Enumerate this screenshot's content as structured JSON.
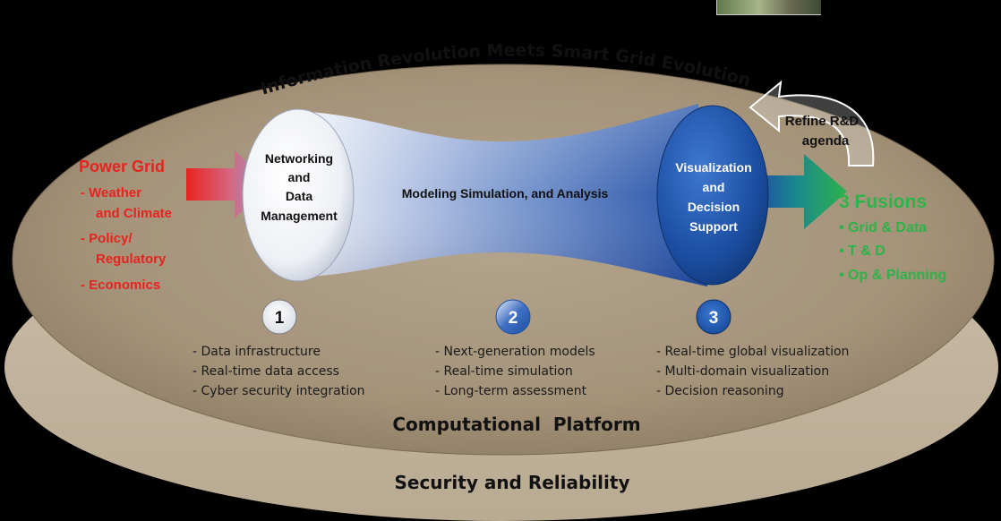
{
  "title": "Information Revolution Meets Smart Grid Evolution",
  "feedback_label": [
    "Refine R&D",
    "agenda"
  ],
  "inputs": {
    "heading": "Power Grid",
    "items": [
      [
        "- Weather",
        "and Climate"
      ],
      [
        "- Policy/",
        "Regulatory"
      ],
      [
        "- Economics"
      ]
    ]
  },
  "stages": {
    "networking": [
      "Networking",
      "and",
      "Data",
      "Management"
    ],
    "modeling": "Modeling Simulation, and Analysis",
    "visualization": [
      "Visualization",
      "and",
      "Decision",
      "Support"
    ]
  },
  "outputs": {
    "heading": "3 Fusions",
    "items": [
      "• Grid & Data",
      "• T & D",
      "• Op & Planning"
    ]
  },
  "columns": [
    {
      "number": "1",
      "items": [
        "- Data infrastructure",
        "- Real-time data access",
        "- Cyber security integration"
      ]
    },
    {
      "number": "2",
      "items": [
        "- Next-generation models",
        "- Real-time simulation",
        "- Long-term assessment"
      ]
    },
    {
      "number": "3",
      "items": [
        "- Real-time global visualization",
        "- Multi-domain visualization",
        "- Decision reasoning"
      ]
    }
  ],
  "platform_label": "Computational  Platform",
  "base_label": "Security and Reliability",
  "colors": {
    "disk_top": "#a89880",
    "disk_edge": "#c4b59f",
    "input_red": "#e8231f",
    "output_green": "#2db34a",
    "stage_blue": "#1c4fa3",
    "text_dark": "#111111"
  }
}
